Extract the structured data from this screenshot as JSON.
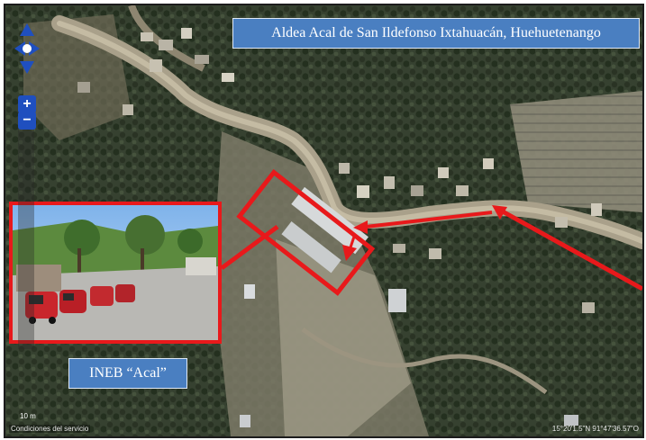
{
  "map": {
    "title": "Aldea Acal de San Ildefonso Ixtahuacán, Huehuetenango",
    "photo_label": "INEB “Acal”",
    "scale_label": "10 m",
    "terms_label": "Condiciones del servicio",
    "coordinates_label": "15°20'1.5\"N 91°47'36.57\"O",
    "colors": {
      "highlight": "#e8191b",
      "label_box": "#4a7fc1",
      "road": "#a39a83",
      "vegetation": "#2f3b2a"
    },
    "icons": [
      "pan-arrows-icon",
      "zoom-in-icon",
      "zoom-out-icon"
    ]
  }
}
